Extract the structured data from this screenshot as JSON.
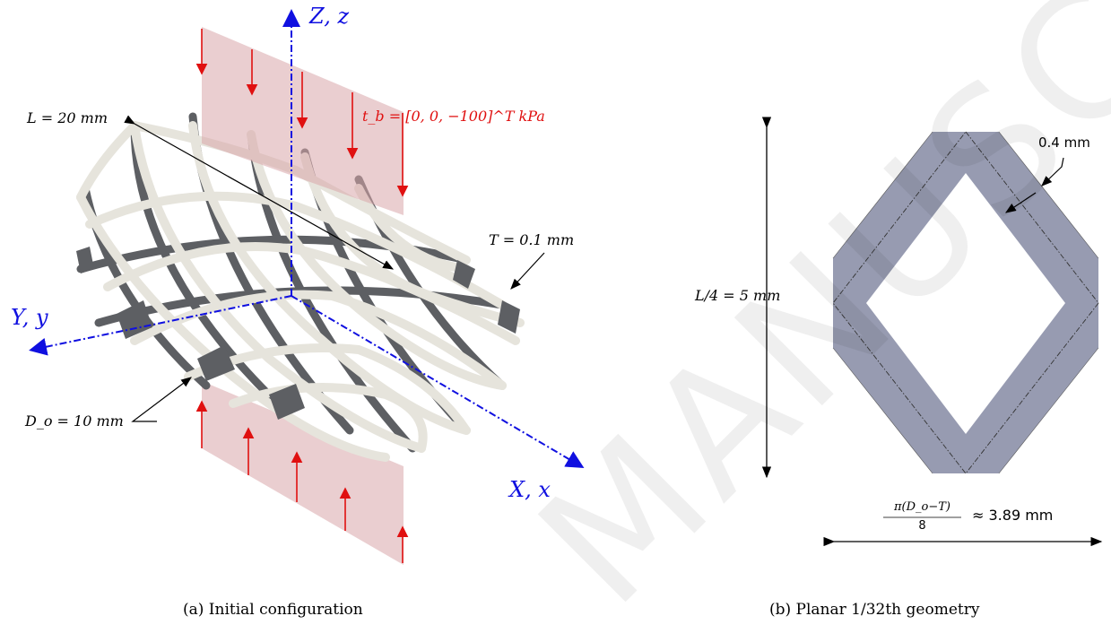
{
  "panel_a": {
    "axis_z": "Z, z",
    "axis_y": "Y, y",
    "axis_x": "X, x",
    "length_label": "L = 20 mm",
    "load_label": "t_b = [0, 0, −100]^T kPa",
    "thickness_label": "T = 0.1 mm",
    "diameter_label": "D_o = 10 mm",
    "caption": "(a) Initial configuration"
  },
  "panel_b": {
    "strut_width_label": "0.4 mm",
    "height_label": "L/4 = 5 mm",
    "width_formula_num": "π(D_o−T)",
    "width_formula_den": "8",
    "width_value": "≈ 3.89 mm",
    "caption": "(b) Planar 1/32th geometry"
  },
  "watermark": "MANUSCRIPT",
  "colors": {
    "axis": "#1010e0",
    "load": "#e01010",
    "plane": "#d9a5aa",
    "strut_light": "#e6e4dc",
    "strut_dark": "#5d5f63",
    "diamond": "#979bb1"
  },
  "icons": [
    "arrow-up",
    "arrow-down",
    "dimension-arrow"
  ]
}
